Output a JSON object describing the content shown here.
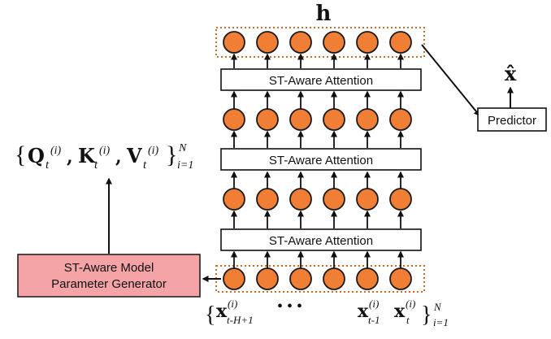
{
  "diagram": {
    "top_label": "h",
    "output_label": "x̂",
    "predictor_label": "Predictor",
    "attention_label": "ST-Aware Attention",
    "generator_lines": [
      "ST-Aware Model",
      "Parameter Generator"
    ],
    "param_set": {
      "open_brace": "{",
      "Q": "Q",
      "K": "K",
      "V": "V",
      "sub_t": "t",
      "sup_i": "(i)",
      "comma": ",",
      "close_brace": "}",
      "range_sub": "i=1",
      "range_sup": "N"
    },
    "input_set": {
      "open_brace": "{",
      "x": "x",
      "sup_i": "(i)",
      "sub_first": "t-H+1",
      "ellipsis": "• • •",
      "sub_prev": "t-1",
      "sub_last": "t",
      "close_brace": "}",
      "range_sub": "i=1",
      "range_sup": "N"
    },
    "colors": {
      "node_fill": "#F07F35",
      "node_stroke": "#1a1a1a",
      "dotted_border": "#D2691E",
      "generator_fill": "#F4A3A6",
      "generator_stroke": "#222222",
      "attention_fill": "#ffffff",
      "line": "#111111"
    }
  }
}
